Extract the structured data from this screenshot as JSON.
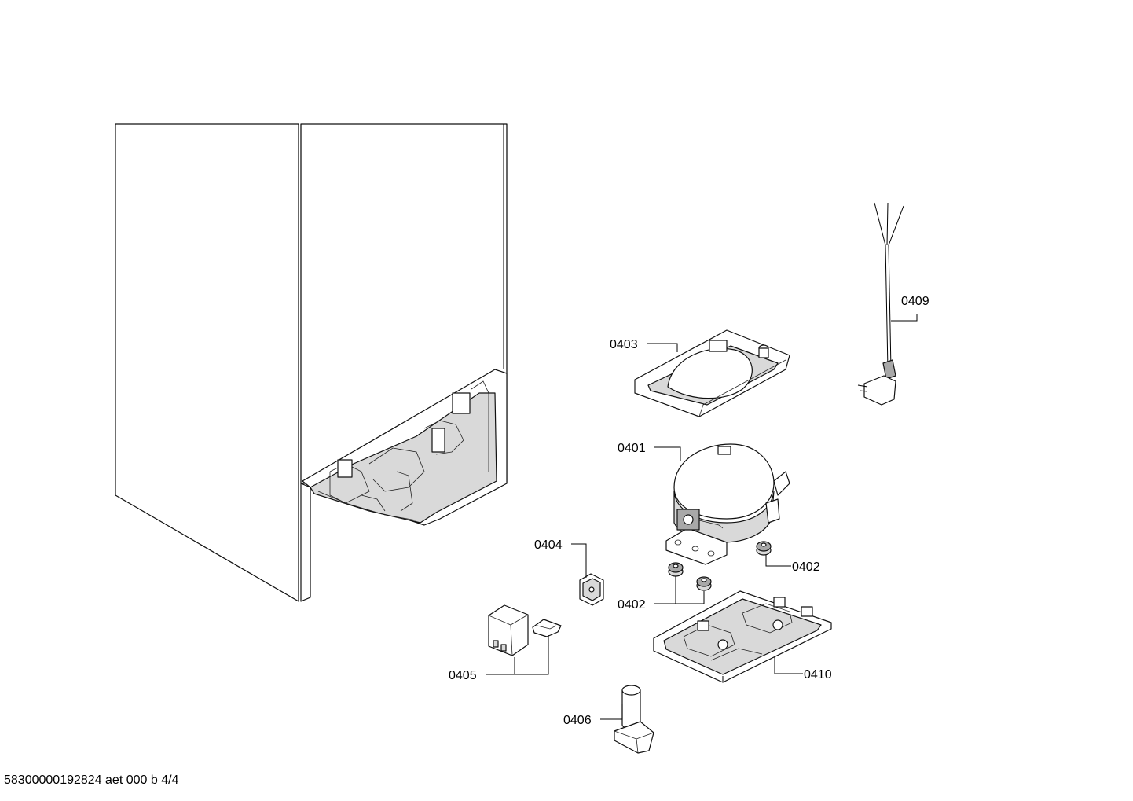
{
  "callouts": [
    {
      "id": "0401",
      "label": "0401"
    },
    {
      "id": "0402a",
      "label": "0402"
    },
    {
      "id": "0402b",
      "label": "0402"
    },
    {
      "id": "0403",
      "label": "0403"
    },
    {
      "id": "0404",
      "label": "0404"
    },
    {
      "id": "0405",
      "label": "0405"
    },
    {
      "id": "0406",
      "label": "0406"
    },
    {
      "id": "0409",
      "label": "0409"
    },
    {
      "id": "0410",
      "label": "0410"
    }
  ],
  "footer": {
    "text": "58300000192824 aet 000 b 4/4"
  }
}
